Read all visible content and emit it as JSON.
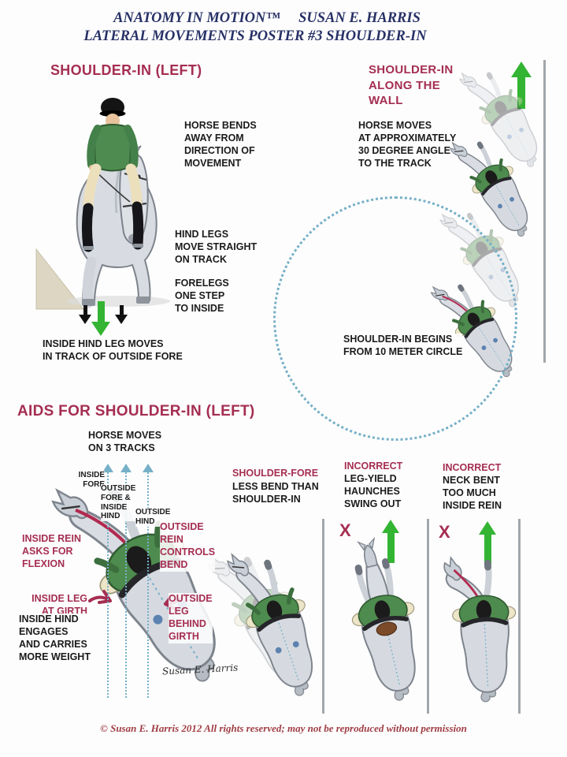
{
  "colors": {
    "crimson": "#a52e52",
    "navy": "#273166",
    "text": "#1b1b1b",
    "green": "#33b433",
    "cyan": "#76b0c8",
    "footer_red": "#a03d44",
    "wall": "#a2a7ab"
  },
  "header": {
    "brand": "ANATOMY IN MOTION™",
    "author": "SUSAN E. HARRIS",
    "subtitle": "LATERAL MOVEMENTS  POSTER #3  SHOULDER-IN"
  },
  "shoulder_in_left": {
    "heading": "SHOULDER-IN (LEFT)",
    "bend_note": "HORSE BENDS\nAWAY FROM\nDIRECTION OF\nMOVEMENT",
    "hind_note": "HIND LEGS\nMOVE STRAIGHT\nON TRACK",
    "fore_note": "FORELEGS\nONE STEP\nTO INSIDE",
    "track_note": "INSIDE HIND LEG MOVES\nIN TRACK OF OUTSIDE FORE"
  },
  "along_wall": {
    "heading": "SHOULDER-IN\nALONG THE\nWALL",
    "angle_note": "HORSE MOVES\nAT APPROXIMATELY\n30 DEGREE ANGLE\nTO THE TRACK",
    "circle_note": "SHOULDER-IN BEGINS\nFROM 10 METER CIRCLE"
  },
  "aids": {
    "heading": "AIDS FOR SHOULDER-IN (LEFT)",
    "tracks_note": "HORSE MOVES\nON 3 TRACKS",
    "track_labels": [
      "INSIDE\nFORE",
      "OUTSIDE\nFORE &\nINSIDE\nHIND",
      "OUTSIDE\nHIND"
    ],
    "inside_rein": "INSIDE REIN\nASKS FOR\nFLEXION",
    "inside_leg": "INSIDE LEG\nAT GIRTH",
    "inside_hind": "INSIDE HIND\nENGAGES\nAND CARRIES\nMORE WEIGHT",
    "outside_rein": "OUTSIDE\nREIN\nCONTROLS\nBEND",
    "outside_leg": "OUTSIDE\nLEG\nBEHIND\nGIRTH",
    "signature": "Susan E. Harris"
  },
  "comparisons": [
    {
      "heading": "SHOULDER-FORE",
      "note": "LESS BEND THAN\nSHOULDER-IN",
      "x_mark": ""
    },
    {
      "heading": "INCORRECT",
      "note": "LEG-YIELD\nHAUNCHES\nSWING OUT",
      "x_mark": "X"
    },
    {
      "heading": "INCORRECT",
      "note": "NECK BENT\nTOO MUCH\nINSIDE REIN",
      "x_mark": "X"
    }
  ],
  "footer": {
    "copyright": "© Susan E. Harris 2012   All rights reserved; may not be reproduced without permission"
  }
}
